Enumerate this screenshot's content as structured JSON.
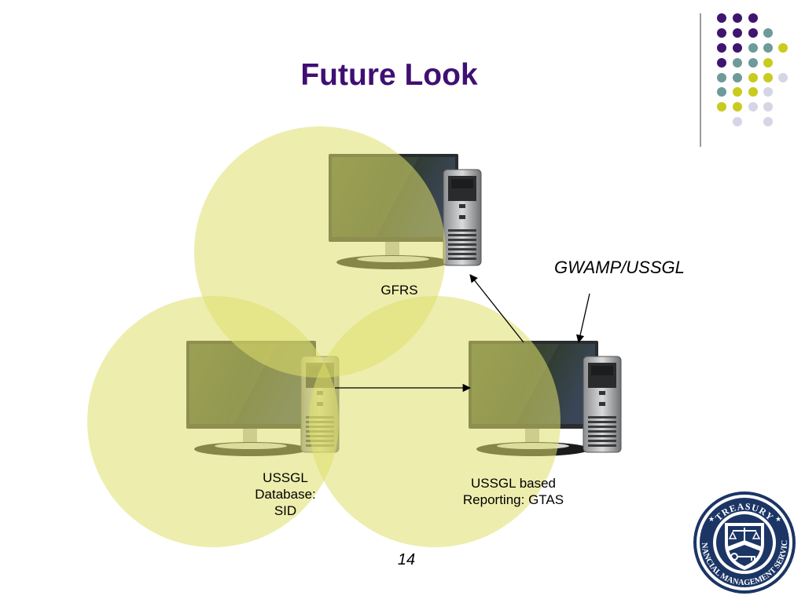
{
  "slide": {
    "title": "Future Look",
    "page_number": "14"
  },
  "nodes": {
    "gfrs": {
      "label": "GFRS"
    },
    "ussgl_database": {
      "label_lines": [
        "USSGL",
        "Database:",
        "SID"
      ]
    },
    "ussgl_reporting": {
      "label_lines": [
        "USSGL based",
        "Reporting: GTAS"
      ]
    }
  },
  "annotation": {
    "label": "GWAMP/USSGL"
  },
  "logo": {
    "top_text": "TREASURY",
    "ring_text": "FINANCIAL MANAGEMENT SERVICE"
  },
  "colors": {
    "title": "#3f0f73",
    "circle_fill": "#dede6c",
    "purple": "#3f1570",
    "teal": "#6e9a9a",
    "lime": "#c9cb1e",
    "lavender": "#d5d5e6",
    "logo_navy": "#1b3565"
  }
}
